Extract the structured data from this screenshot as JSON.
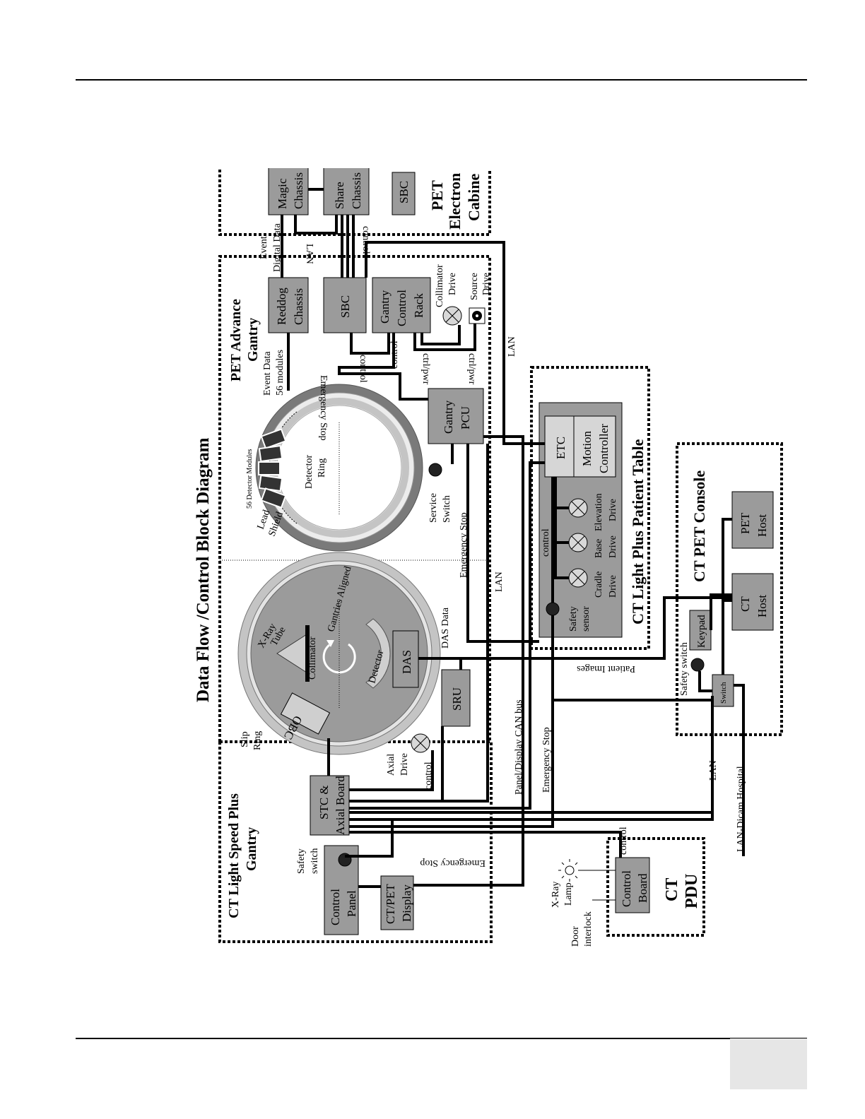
{
  "title": "Data Flow /Control  Block Diagram",
  "sections": {
    "ct_gantry": [
      "CT Light Speed Plus",
      "Gantry"
    ],
    "pet_gantry": [
      "PET Advance",
      "Gantry"
    ],
    "pet_cabinet": [
      "PET",
      "Electron",
      "Cabine"
    ],
    "patient_table": "CT Light Plus Patient Table",
    "console": "CT PET Console",
    "pdu": [
      "CT",
      "PDU"
    ]
  },
  "blocks": {
    "magic_chassis": [
      "Magic",
      "Chassis"
    ],
    "share_chassis": [
      "Share",
      "Chassis"
    ],
    "sbc_cabinet": "SBC",
    "reddog_chassis": [
      "Reddog",
      "Chassis"
    ],
    "sbc_gantry": "SBC",
    "gantry_control_rack": [
      "Gantry",
      "Control",
      "Rack"
    ],
    "gantry_pcu": [
      "Gantry",
      "PCU"
    ],
    "etc": "ETC",
    "motion_controller": [
      "Motion",
      "Controller"
    ],
    "pet_host": [
      "PET",
      "Host"
    ],
    "ct_host": [
      "CT",
      "Host"
    ],
    "keypad": "Keypad",
    "switch": "Switch",
    "das": "DAS",
    "sru": "SRU",
    "obc": "OBC",
    "stc_axial_board": [
      "STC &",
      "Axial Board"
    ],
    "control_panel": [
      "Control",
      "Panel"
    ],
    "ct_pet_display": [
      "CT/PET",
      "Display"
    ],
    "control_board": [
      "Control",
      "Board"
    ]
  },
  "labels": {
    "event_digital_data": [
      "Event",
      "Digital Data"
    ],
    "lan_top": "LAN",
    "control_top": "control",
    "collimator_drive": [
      "Collimator",
      "Drive"
    ],
    "source_drive": [
      "Source",
      "Drive"
    ],
    "ctrl_pwr_1": "ctrl/pwr",
    "ctrl_pwr_2": "ctrl/pwr",
    "control_rack_1": "control",
    "control_rack_2": "control",
    "emergency_stop_top": "Emergency Stop",
    "event_data": [
      "Event Data",
      "56 modules"
    ],
    "detector_modules": "56 Detector Modules",
    "detector_ring": [
      "Detector",
      "Ring"
    ],
    "lead_shield": [
      "Lead",
      "Shield"
    ],
    "service_switch": [
      "Service",
      "Switch"
    ],
    "emergency_stop_mid": "Emergency Stop",
    "lan_etc": "LAN",
    "lan_mid": "LAN",
    "control_table": "control",
    "cradle_drive": [
      "Cradle",
      "Drive"
    ],
    "base_drive": [
      "Base",
      "Drive"
    ],
    "elevation_drive": [
      "Elevation",
      "Drive"
    ],
    "safety_sensor": [
      "Safety",
      "sensor"
    ],
    "patient_images": "Patient Images",
    "safety_switch_console": "Safety switch",
    "xray_tube": [
      "X-Ray",
      "Tube"
    ],
    "collimator": "Collimator",
    "gantries_aligned": "Gantries Aligned",
    "detector": "Detector",
    "das_data": "DAS Data",
    "slip_ring": [
      "Slip",
      "Ring"
    ],
    "axial_drive": [
      "Axial",
      "Drive"
    ],
    "control_axial": "control",
    "panel_display_can": "Panel/Display CAN bus",
    "emergency_stop_vertical": "Emergency Stop",
    "emergency_stop_bottom": "Emergency Stop",
    "safety_switch_ct": [
      "Safety",
      "switch"
    ],
    "lan_bottom": "LAN",
    "lan_dicam": "LAN-Dicam Hospital",
    "control_pdu": "control",
    "xray_lamp": [
      "X-Ray",
      "Lamp"
    ],
    "door_interlock": [
      "Door",
      "interlock"
    ]
  }
}
